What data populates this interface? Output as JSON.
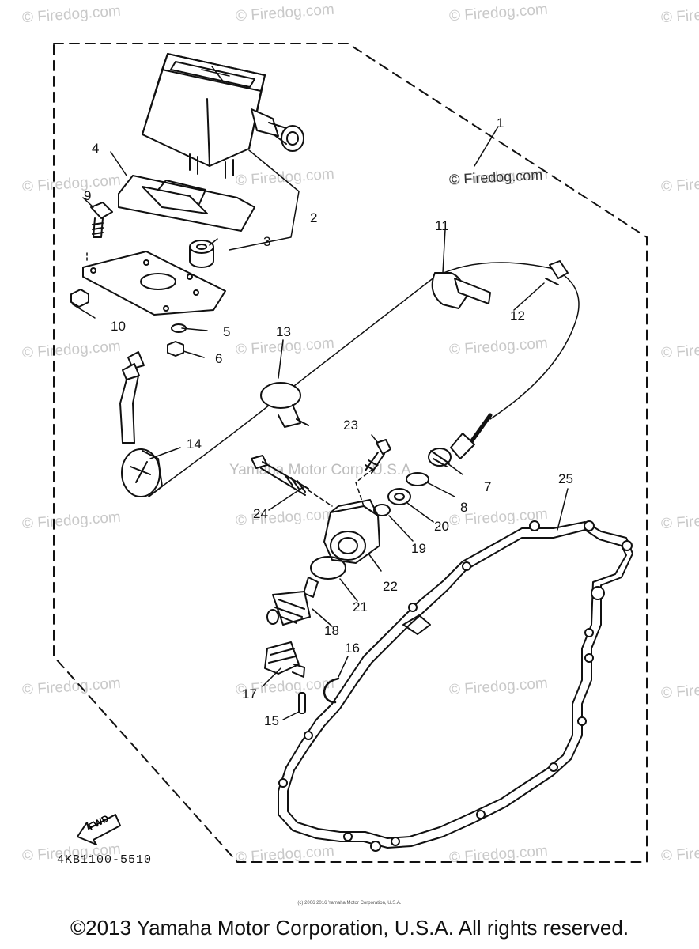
{
  "watermark": "© Firedog.com",
  "center_watermark": "Yamaha Motor Corp. U.S.A.",
  "part_code": "4KB1100-5510",
  "fwd_label": "FWD",
  "copyright": "©2013 Yamaha Motor Corporation, U.S.A. All rights reserved.",
  "copyright_small": "(c) 2006 2016 Yamaha Motor Corporation, U.S.A.",
  "callouts": {
    "c1": "1",
    "c2": "2",
    "c3": "3",
    "c4": "4",
    "c5": "5",
    "c6": "6",
    "c7": "7",
    "c8": "8",
    "c9": "9",
    "c10": "10",
    "c11": "11",
    "c12": "12",
    "c13": "13",
    "c14": "14",
    "c15": "15",
    "c16": "16",
    "c17": "17",
    "c18": "18",
    "c19": "19",
    "c20": "20",
    "c21": "21",
    "c22": "22",
    "c23": "23",
    "c24": "24",
    "c25": "25"
  }
}
